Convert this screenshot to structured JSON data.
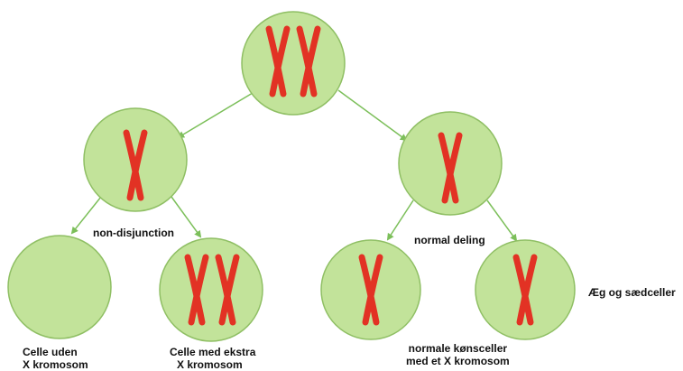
{
  "colors": {
    "cell_fill": "#c2e39a",
    "cell_stroke": "#8fbf64",
    "chromosome": "#e23224",
    "arrow": "#7cbf5a"
  },
  "cells": [
    {
      "id": "parent",
      "chromosomes": "two X chromosomes"
    },
    {
      "id": "meiosis-left",
      "chromosomes": "one X chromosome"
    },
    {
      "id": "meiosis-right",
      "chromosomes": "one X chromosome"
    },
    {
      "id": "gamete-no-x",
      "chromosomes": "none"
    },
    {
      "id": "gamete-extra-x",
      "chromosomes": "two X chromosomes"
    },
    {
      "id": "gamete-normal-1",
      "chromosomes": "one X chromosome"
    },
    {
      "id": "gamete-normal-2",
      "chromosomes": "one X chromosome"
    }
  ],
  "labels": {
    "non_disjunction": "non-disjunction",
    "normal_division": "normal deling",
    "no_x_line1": "Celle uden",
    "no_x_line2": "X kromosom",
    "extra_x_line1": "Celle med ekstra",
    "extra_x_line2": "X kromosom",
    "normal_line1": "normale kønsceller",
    "normal_line2": "med et X kromosom",
    "eggs_sperm": "Æg og sædceller"
  }
}
